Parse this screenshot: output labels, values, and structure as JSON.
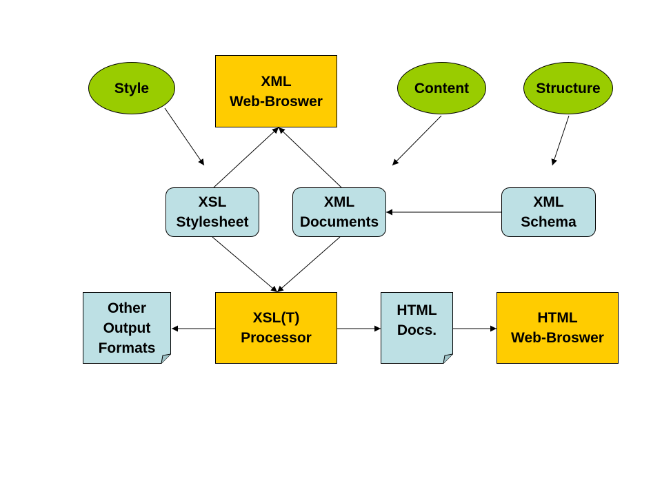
{
  "colors": {
    "ellipse_fill": "#99cc00",
    "box_fill": "#ffcc00",
    "rounded_fill": "#bde0e4",
    "doc_fill": "#bde0e4",
    "stroke": "#000000"
  },
  "nodes": {
    "style": {
      "label": "Style"
    },
    "xml_browser": {
      "label": "XML\nWeb-Broswer"
    },
    "content": {
      "label": "Content"
    },
    "structure": {
      "label": "Structure"
    },
    "xsl_stylesheet": {
      "label": "XSL\nStylesheet"
    },
    "xml_documents": {
      "label": "XML\nDocuments"
    },
    "xml_schema": {
      "label": "XML\nSchema"
    },
    "other_output": {
      "label": "Other\nOutput\nFormats"
    },
    "xslt_processor": {
      "label": "XSL(T)\nProcessor"
    },
    "html_docs": {
      "label": "HTML\nDocs."
    },
    "html_browser": {
      "label": "HTML\nWeb-Broswer"
    }
  },
  "edges": [
    {
      "from": "style",
      "to": "xsl_stylesheet"
    },
    {
      "from": "content",
      "to": "xml_documents"
    },
    {
      "from": "structure",
      "to": "xml_schema"
    },
    {
      "from": "xsl_stylesheet",
      "to": "xml_browser"
    },
    {
      "from": "xml_documents",
      "to": "xml_browser"
    },
    {
      "from": "xml_schema",
      "to": "xml_documents"
    },
    {
      "from": "xsl_stylesheet",
      "to": "xslt_processor"
    },
    {
      "from": "xml_documents",
      "to": "xslt_processor"
    },
    {
      "from": "xslt_processor",
      "to": "other_output"
    },
    {
      "from": "xslt_processor",
      "to": "html_docs"
    },
    {
      "from": "html_docs",
      "to": "html_browser"
    }
  ]
}
